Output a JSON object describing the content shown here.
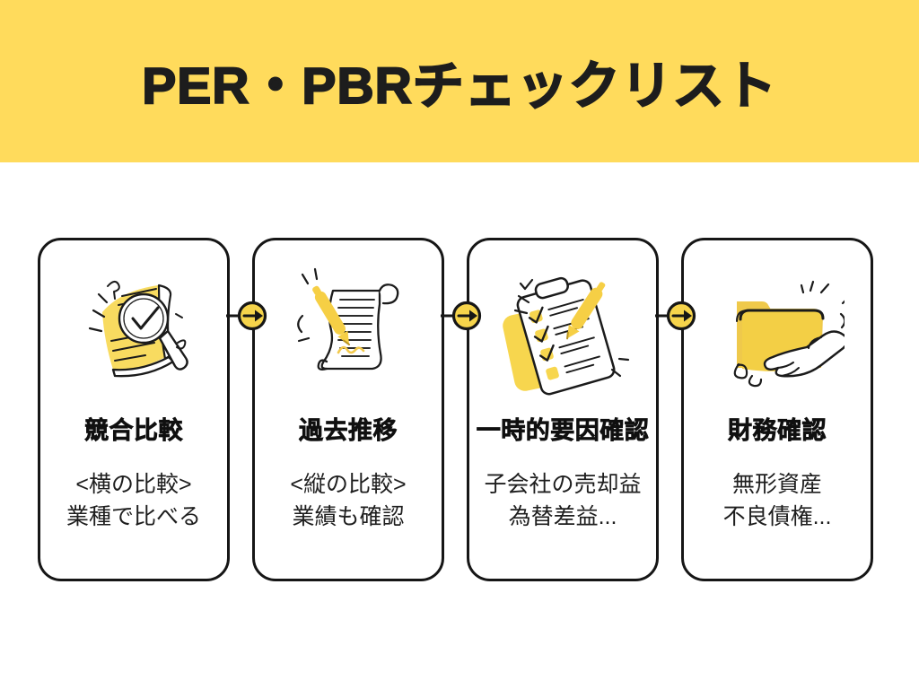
{
  "header": {
    "title": "PER・PBRチェックリスト",
    "bg_color": "#FFDB5C",
    "text_color": "#1d1d1d"
  },
  "steps": [
    {
      "title": "競合比較",
      "lines": [
        "<横の比較>",
        "業種で比べる"
      ],
      "icon": "document-magnifier-icon"
    },
    {
      "title": "過去推移",
      "lines": [
        "<縦の比較>",
        "業績も確認"
      ],
      "icon": "scroll-pen-icon"
    },
    {
      "title": "一時的要因確認",
      "lines": [
        "子会社の売却益",
        "為替差益..."
      ],
      "icon": "clipboard-checklist-icon"
    },
    {
      "title": "財務確認",
      "lines": [
        "無形資産",
        "不良債権..."
      ],
      "icon": "folder-hand-icon"
    }
  ],
  "connector": {
    "icon": "arrow-right-icon",
    "circle_fill": "#F6D44B",
    "stroke": "#161616"
  },
  "colors": {
    "accent_yellow": "#FFDB5C",
    "icon_yellow": "#F7D64E",
    "ink": "#161616",
    "card_bg": "#ffffff"
  }
}
